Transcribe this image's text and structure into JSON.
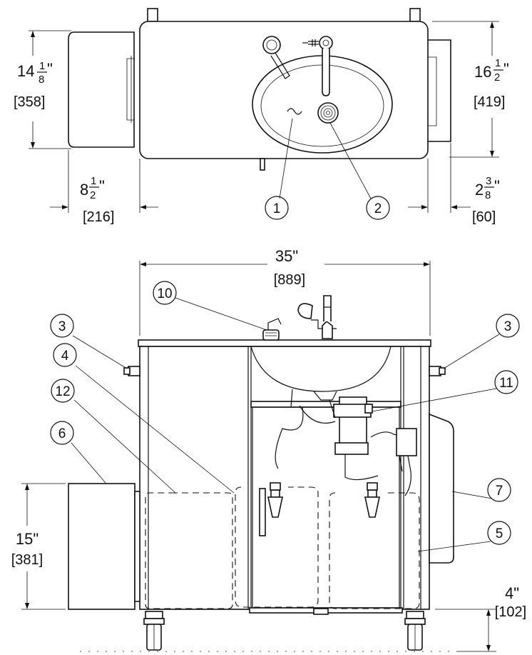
{
  "top_view": {
    "width_whole": "16",
    "width_frac_num": "1",
    "width_frac_den": "2",
    "width_mm": "[419]",
    "depth_whole": "14",
    "depth_frac_num": "1",
    "depth_frac_den": "8",
    "depth_mm": "[358]",
    "left_ext_whole": "8",
    "left_ext_num": "1",
    "left_ext_den": "2",
    "left_ext_mm": "[216]",
    "right_ext_whole": "2",
    "right_ext_num": "3",
    "right_ext_den": "8",
    "right_ext_mm": "[60]"
  },
  "front_view": {
    "overall_width": "35\"",
    "overall_width_mm": "[889]",
    "bin_height": "15\"",
    "bin_height_mm": "[381]",
    "clearance": "4\"",
    "clearance_mm": "[102]"
  },
  "callouts": [
    "1",
    "2",
    "3",
    "4",
    "5",
    "6",
    "7",
    "10",
    "11",
    "12"
  ]
}
